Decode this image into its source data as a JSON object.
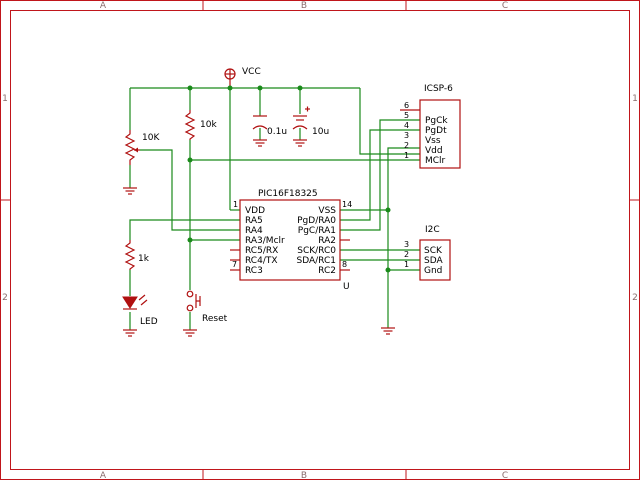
{
  "frame": {
    "columns_top": [
      "A",
      "B",
      "C"
    ],
    "columns_bottom": [
      "A",
      "B",
      "C"
    ],
    "rows_left": [
      "1",
      "2"
    ],
    "rows_right": [
      "1",
      "2"
    ]
  },
  "power": {
    "vcc_label": "VCC"
  },
  "components": {
    "pot": {
      "value": "10K"
    },
    "pullup": {
      "value": "10k"
    },
    "cap1": {
      "value": "0.1u"
    },
    "cap2": {
      "value": "10u"
    },
    "led_resistor": {
      "value": "1k"
    },
    "led": {
      "name": "LED"
    },
    "reset_button": {
      "name": "Reset"
    }
  },
  "mcu": {
    "name": "PIC16F18325",
    "ref": "U",
    "left_pins": [
      "VDD",
      "RA5",
      "RA4",
      "RA3/Mclr",
      "RC5/RX",
      "RC4/TX",
      "RC3"
    ],
    "right_pins": [
      "VSS",
      "PgD/RA0",
      "PgC/RA1",
      "RA2",
      "SCK/RC0",
      "SDA/RC1",
      "RC2"
    ],
    "pin_numbers": {
      "vdd": "1",
      "vss": "14",
      "rc4": "7",
      "rc2": "8"
    }
  },
  "icsp": {
    "title": "ICSP-6",
    "pins": [
      {
        "num": "5",
        "name": "PgCk"
      },
      {
        "num": "4",
        "name": "PgDt"
      },
      {
        "num": "3",
        "name": "Vss"
      },
      {
        "num": "2",
        "name": "Vdd"
      },
      {
        "num": "1",
        "name": "MClr"
      }
    ],
    "extra_pin": "6"
  },
  "i2c": {
    "title": "I2C",
    "pins": [
      {
        "num": "3",
        "name": "SCK"
      },
      {
        "num": "2",
        "name": "SDA"
      },
      {
        "num": "1",
        "name": "Gnd"
      }
    ]
  }
}
